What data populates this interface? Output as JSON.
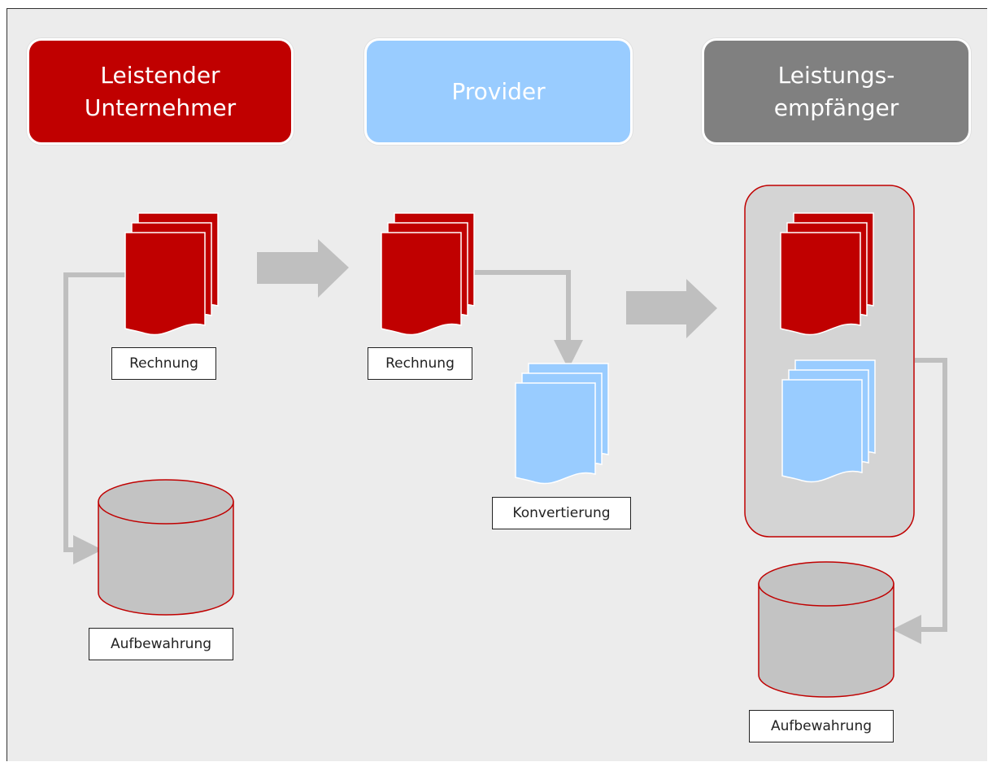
{
  "colors": {
    "red": "#c00000",
    "blue": "#99ccff",
    "gray": "#808080",
    "cylinder": "#c3c3c3",
    "arrow": "#bfbfbf",
    "background": "#ececec"
  },
  "columns": {
    "left": {
      "title": "Leistender\nUnternehmer"
    },
    "middle": {
      "title": "Provider"
    },
    "right": {
      "title": "Leistungs-\nempfänger"
    }
  },
  "labels": {
    "invoice_left": "Rechnung",
    "invoice_middle": "Rechnung",
    "conversion": "Konvertierung",
    "storage_left": "Aufbewahrung",
    "storage_right": "Aufbewahrung"
  },
  "icons": {
    "document_stack": "document-stack-icon",
    "database": "database-icon",
    "flow_arrow": "flow-arrow-icon"
  }
}
